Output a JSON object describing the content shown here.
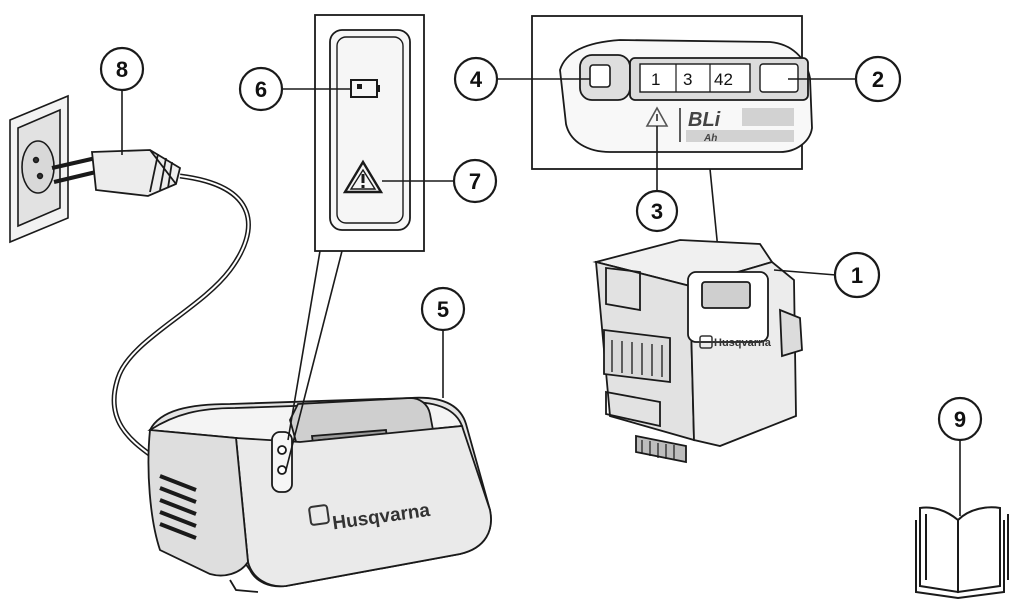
{
  "callouts": {
    "c1": "1",
    "c2": "2",
    "c3": "3",
    "c4": "4",
    "c5": "5",
    "c6": "6",
    "c7": "7",
    "c8": "8",
    "c9": "9"
  },
  "battery_panel": {
    "segments": [
      "1",
      "3",
      "42"
    ],
    "product_mark": "BLi",
    "capacity_mark": "Ah"
  },
  "branding": {
    "charger_logo": "Husqvarna",
    "battery_logo": "Husqvarna"
  },
  "icons": [
    "wall-socket-icon",
    "power-plug-icon",
    "battery-icon",
    "warning-triangle-icon",
    "manual-book-icon",
    "power-button-icon"
  ],
  "colors": {
    "line": "#1a1a1a",
    "fill_light": "#ececec",
    "fill_mid": "#d2d2d2",
    "fill_dark": "#9a9a9a"
  }
}
